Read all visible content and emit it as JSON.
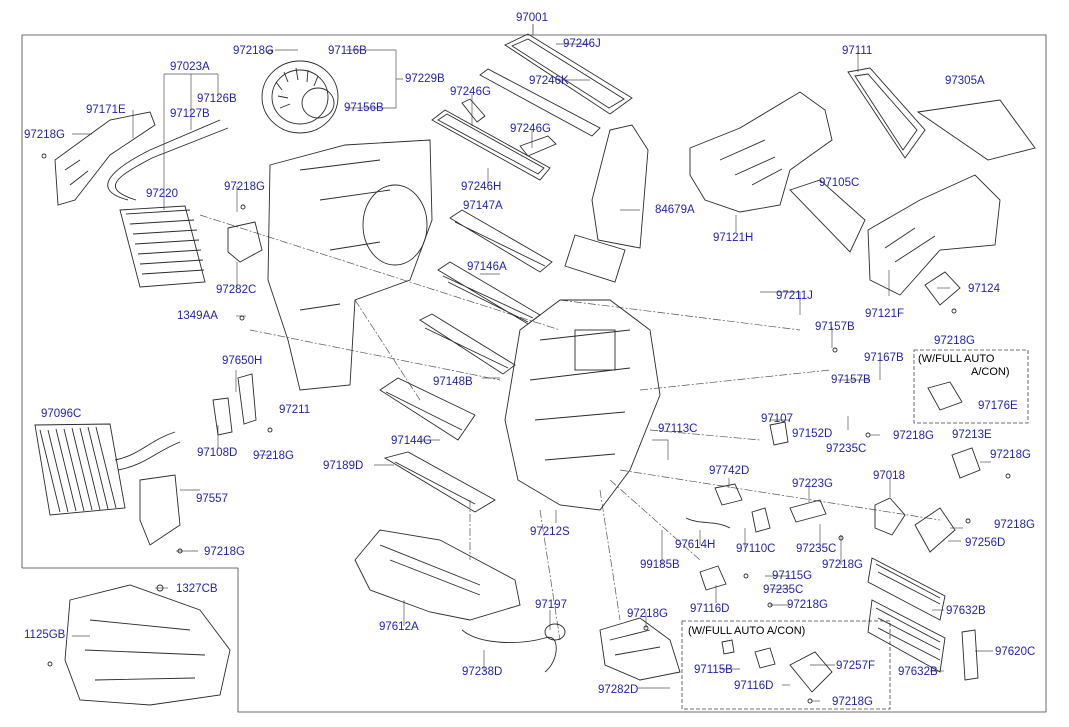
{
  "theme": {
    "label_color": "#1f1fb4",
    "line_color": "#333333",
    "part_stroke": "#2b2b2b"
  },
  "assembly_label": "97001",
  "callouts": [
    "97218G",
    "97116B",
    "97229B",
    "97156B",
    "97023A",
    "97126B",
    "97127B",
    "97171E",
    "97218G",
    "97220",
    "97246J",
    "97246K",
    "97246G",
    "97246G",
    "97246H",
    "97111",
    "97305A",
    "84679A",
    "97121H",
    "97105C",
    "97218G",
    "97282C",
    "97147A",
    "97146A",
    "1349AA",
    "97211J",
    "97121F",
    "97124",
    "97218G",
    "97157B",
    "97167B",
    "97157B",
    "97176E",
    "97650H",
    "97108D",
    "97218G",
    "97211",
    "97148B",
    "97144G",
    "97096C",
    "97557",
    "97218G",
    "97189D",
    "97107",
    "97113C",
    "97152D",
    "97218G",
    "97235C",
    "97213E",
    "97218G",
    "97018",
    "97742D",
    "97223G",
    "97218G",
    "97256D",
    "97614H",
    "97110C",
    "97235C",
    "97218G",
    "99185B",
    "97212S",
    "97115G",
    "97235C",
    "97218G",
    "97116D",
    "1327CB",
    "97197",
    "97218G",
    "97612A",
    "1125GB",
    "97238D",
    "97282D",
    "97115B",
    "97116D",
    "97257F",
    "97218G",
    "97632B",
    "97632B",
    "97620C"
  ],
  "notes": {
    "full_auto_top_line1": "(W/FULL AUTO",
    "full_auto_top_line2": "A/CON)",
    "full_auto_bottom": "(W/FULL AUTO A/CON)"
  }
}
